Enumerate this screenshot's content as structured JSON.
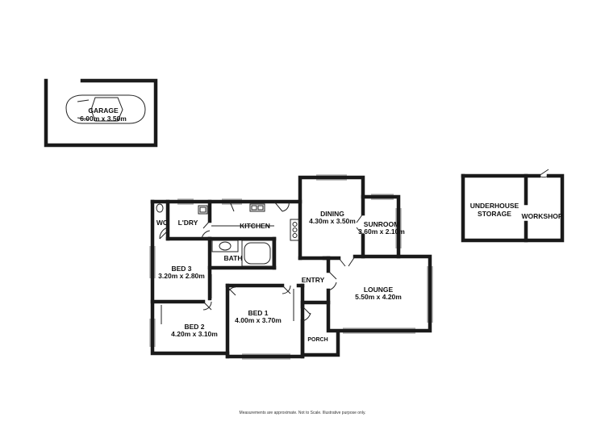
{
  "rooms": {
    "garage": {
      "name": "GARAGE",
      "size": "6.00m  x 3.50m"
    },
    "underhouse": {
      "line1": "UNDERHOUSE",
      "line2": "STORAGE"
    },
    "workshop": {
      "name": "WORKSHOP"
    },
    "dining": {
      "name": "DINING",
      "size": "4.30m  x 3.50m"
    },
    "sunroom": {
      "name": "SUNROOM",
      "size": "3.60m  x 2.10m"
    },
    "kitchen": {
      "name": "KITCHEN"
    },
    "wc": {
      "name": "WC"
    },
    "laundry": {
      "name": "L'DRY"
    },
    "bath": {
      "name": "BATH"
    },
    "bed3": {
      "name": "BED 3",
      "size": "3.20m  x 2.80m"
    },
    "bed2": {
      "name": "BED 2",
      "size": "4.20m  x 3.10m"
    },
    "bed1": {
      "name": "BED 1",
      "size": "4.00m  x 3.70m"
    },
    "entry": {
      "name": "ENTRY"
    },
    "lounge": {
      "name": "LOUNGE",
      "size": "5.50m  x 4.20m"
    },
    "porch": {
      "name": "PORCH"
    }
  },
  "footer": {
    "disclaimer": "Measurements are approximate.  Not to Scale.  Illustrative purpose only."
  }
}
